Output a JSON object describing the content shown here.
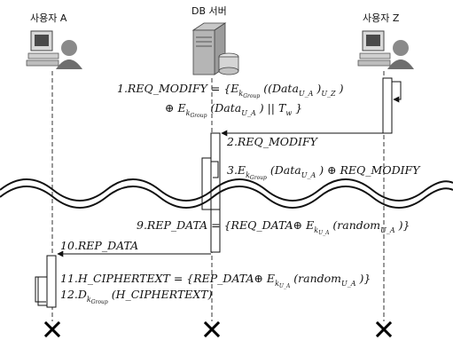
{
  "actors": {
    "user_a": "사용자 A",
    "db_server": "DB 서버",
    "user_z": "사용자 Z"
  },
  "messages": {
    "m1_prefix": "1.REQ_MODIFY = {E",
    "m1_sub1": "k",
    "m1_sub2": "Group",
    "m1_part2": " ((Data",
    "m1_sub3": "U_A",
    "m1_part3": " )",
    "m1_sub4": "U_Z",
    "m1_part4": " )",
    "m1_line2_a": "⊕ E",
    "m1_line2_sub1": "k",
    "m1_line2_sub2": "Group",
    "m1_line2_b": " (Data",
    "m1_line2_sub3": "U_A",
    "m1_line2_c": " ) || T",
    "m1_line2_sub4": "w",
    "m1_line2_d": " }",
    "m2": "2.REQ_MODIFY",
    "m3_a": "3.E",
    "m3_sub1": "k",
    "m3_sub2": "Group",
    "m3_b": " (Data",
    "m3_sub3": "U_A",
    "m3_c": " ) ⊕ REQ_MODIFY",
    "m9_a": "9.REP_DATA = {REQ_DATA⊕ E",
    "m9_sub1": "k",
    "m9_sub2": "U_A",
    "m9_b": " (random",
    "m9_sub3": "U_A",
    "m9_c": " )}",
    "m10": "10.REP_DATA",
    "m11_a": "11.H_CIPHERTEXT = {REP_DATA⊕ E",
    "m11_sub1": "k",
    "m11_sub2": "U_A",
    "m11_b": " (random",
    "m11_sub3": "U_A",
    "m11_c": " )}",
    "m12_a": "12.D",
    "m12_sub1": "k",
    "m12_sub2": "Group",
    "m12_b": " (H_CIPHERTEXT)"
  },
  "terminators": [
    "✕",
    "✕",
    "✕"
  ],
  "icons": [
    "user-computer-icon",
    "database-server-icon",
    "user-computer-icon"
  ]
}
